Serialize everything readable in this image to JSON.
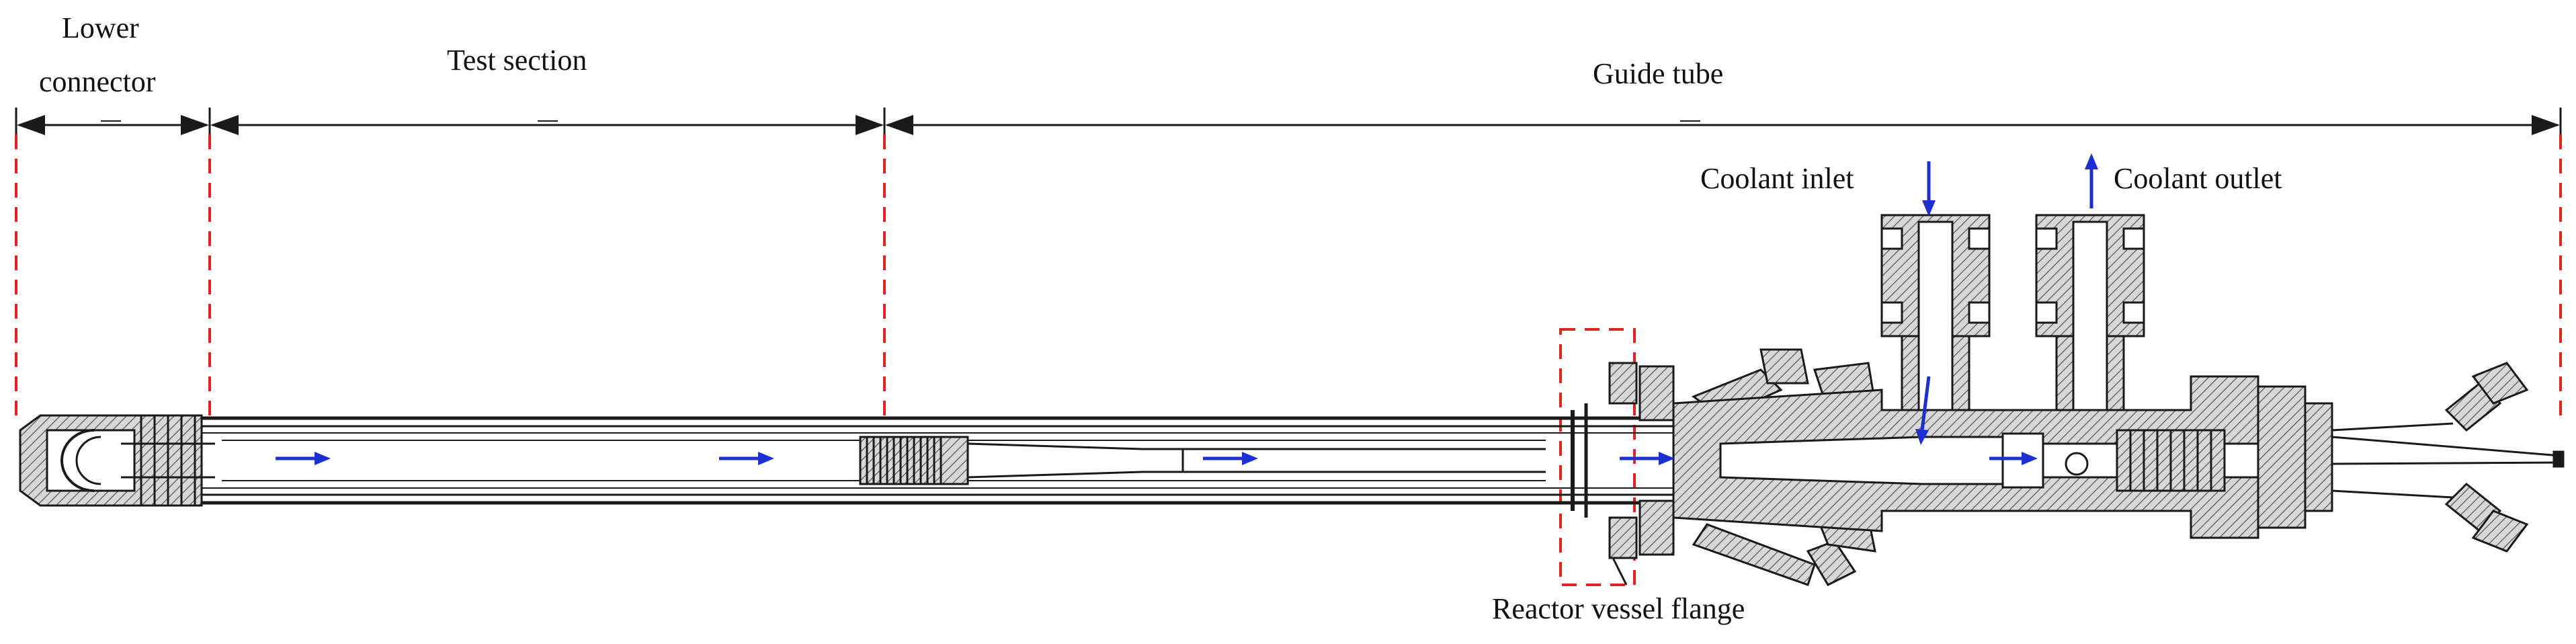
{
  "labels": {
    "lower_connector_line1": "Lower",
    "lower_connector_line2": "connector",
    "test_section": "Test section",
    "guide_tube": "Guide tube",
    "coolant_inlet": "Coolant inlet",
    "coolant_outlet": "Coolant outlet",
    "reactor_vessel_flange": "Reactor vessel flange"
  },
  "colors": {
    "flow_arrow": "#1d2fd1",
    "boundary_dash": "#e02424",
    "drawing": "#1a1a1a",
    "metal_hatch": "#9a9a9a"
  }
}
